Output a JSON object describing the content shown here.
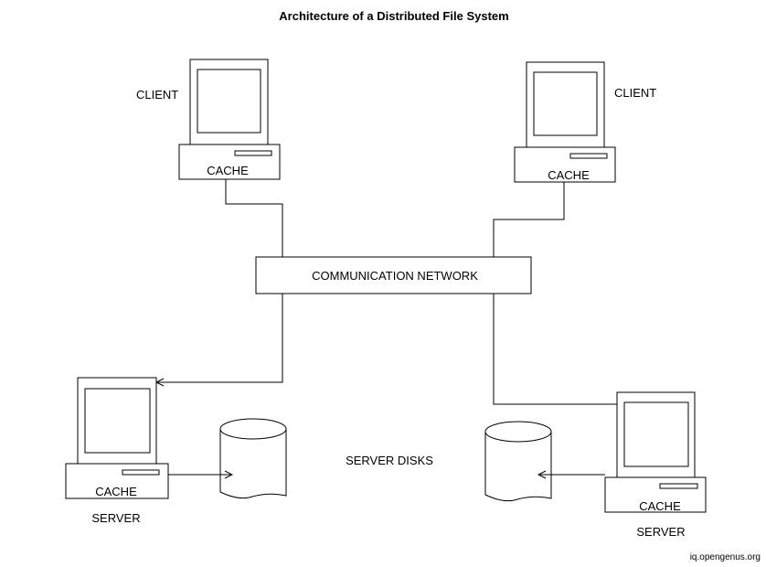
{
  "title": "Architecture of a Distributed File System",
  "clients": [
    {
      "label": "CLIENT",
      "cache_label": "CACHE"
    },
    {
      "label": "CLIENT",
      "cache_label": "CACHE"
    }
  ],
  "network": {
    "label": "COMMUNICATION NETWORK"
  },
  "servers": [
    {
      "label": "SERVER",
      "cache_label": "CACHE"
    },
    {
      "label": "SERVER",
      "cache_label": "CACHE"
    }
  ],
  "disks_label": "SERVER DISKS",
  "watermark": "iq.opengenus.org"
}
